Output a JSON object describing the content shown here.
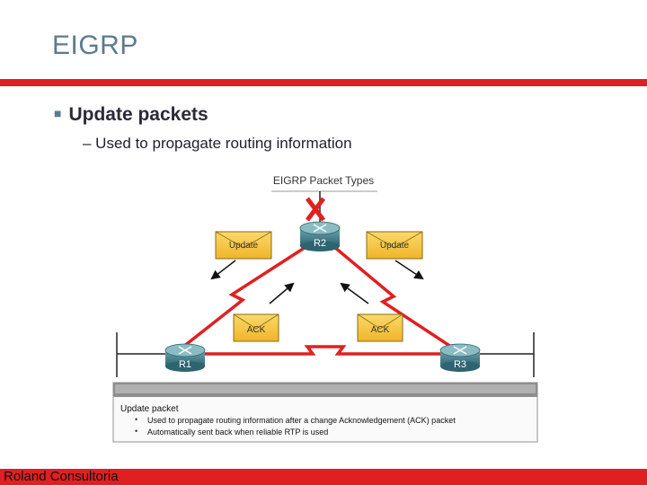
{
  "slide": {
    "title": "EIGRP",
    "bullet_main": "Update packets",
    "bullet_sub": "– Used to propagate routing information",
    "footer_text": "Roland Consultoria"
  },
  "diagram": {
    "title": "EIGRP Packet Types",
    "routers": {
      "r1": "R1",
      "r2": "R2",
      "r3": "R3"
    },
    "envelopes": {
      "update_left": "Update",
      "update_right": "Update",
      "ack_left": "ACK",
      "ack_right": "ACK"
    },
    "info_box": {
      "heading": "Update packet",
      "items": [
        "Used to propagate routing information after a change Acknowledgement (ACK) packet",
        "Automatically sent back when reliable RTP is used"
      ]
    }
  },
  "colors": {
    "accent_red": "#e02020",
    "title_gray_blue": "#5b7b8f",
    "envelope_yellow": "#f7c842",
    "router_teal": "#3d7a86"
  }
}
